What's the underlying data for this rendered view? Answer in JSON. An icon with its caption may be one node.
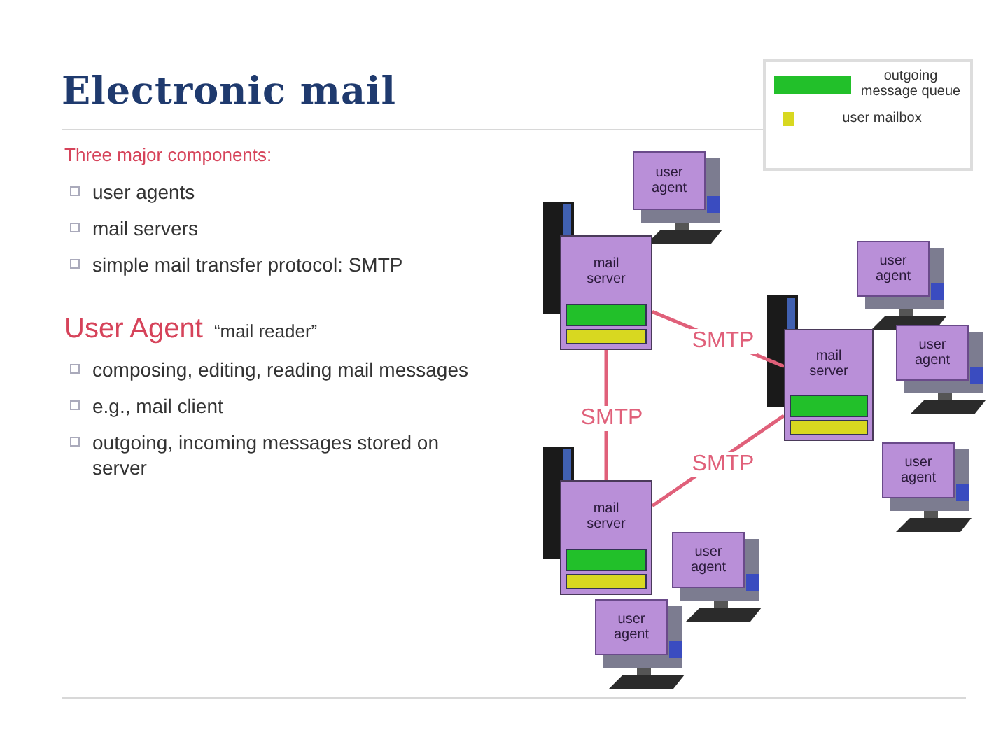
{
  "diagram": {
    "title": "Electronic mail",
    "nodes": [
      {
        "text": [
          "user agent"
        ]
      },
      {
        "text": [
          "mail server"
        ]
      },
      {
        "text": [
          "user agent"
        ]
      },
      {
        "text": [
          "mail server"
        ]
      },
      {
        "text": [
          "user agent"
        ]
      },
      {
        "text": [
          "user agent"
        ]
      },
      {
        "text": [
          "mail server"
        ]
      },
      {
        "text": [
          "user agent"
        ]
      },
      {
        "text": [
          "user agent"
        ]
      }
    ],
    "edges": [
      {
        "from": 1,
        "to": 3,
        "arrow": "none",
        "label": "SMTP"
      },
      {
        "from": 1,
        "to": 6,
        "arrow": "none",
        "label": "SMTP"
      },
      {
        "from": 6,
        "to": 3,
        "arrow": "none",
        "label": "SMTP"
      }
    ],
    "labels": [
      "Three major components:",
      "user agents",
      "mail servers",
      "simple mail transfer protocol: SMTP",
      "User Agent",
      "“mail reader”",
      "composing, editing, reading mail messages",
      "e.g., mail client",
      "outgoing, incoming messages stored on server"
    ],
    "legend": [
      {
        "text": "outgoing message queue",
        "color": "#22c02a"
      },
      {
        "text": "user mailbox",
        "color": "#d8d820"
      }
    ]
  }
}
